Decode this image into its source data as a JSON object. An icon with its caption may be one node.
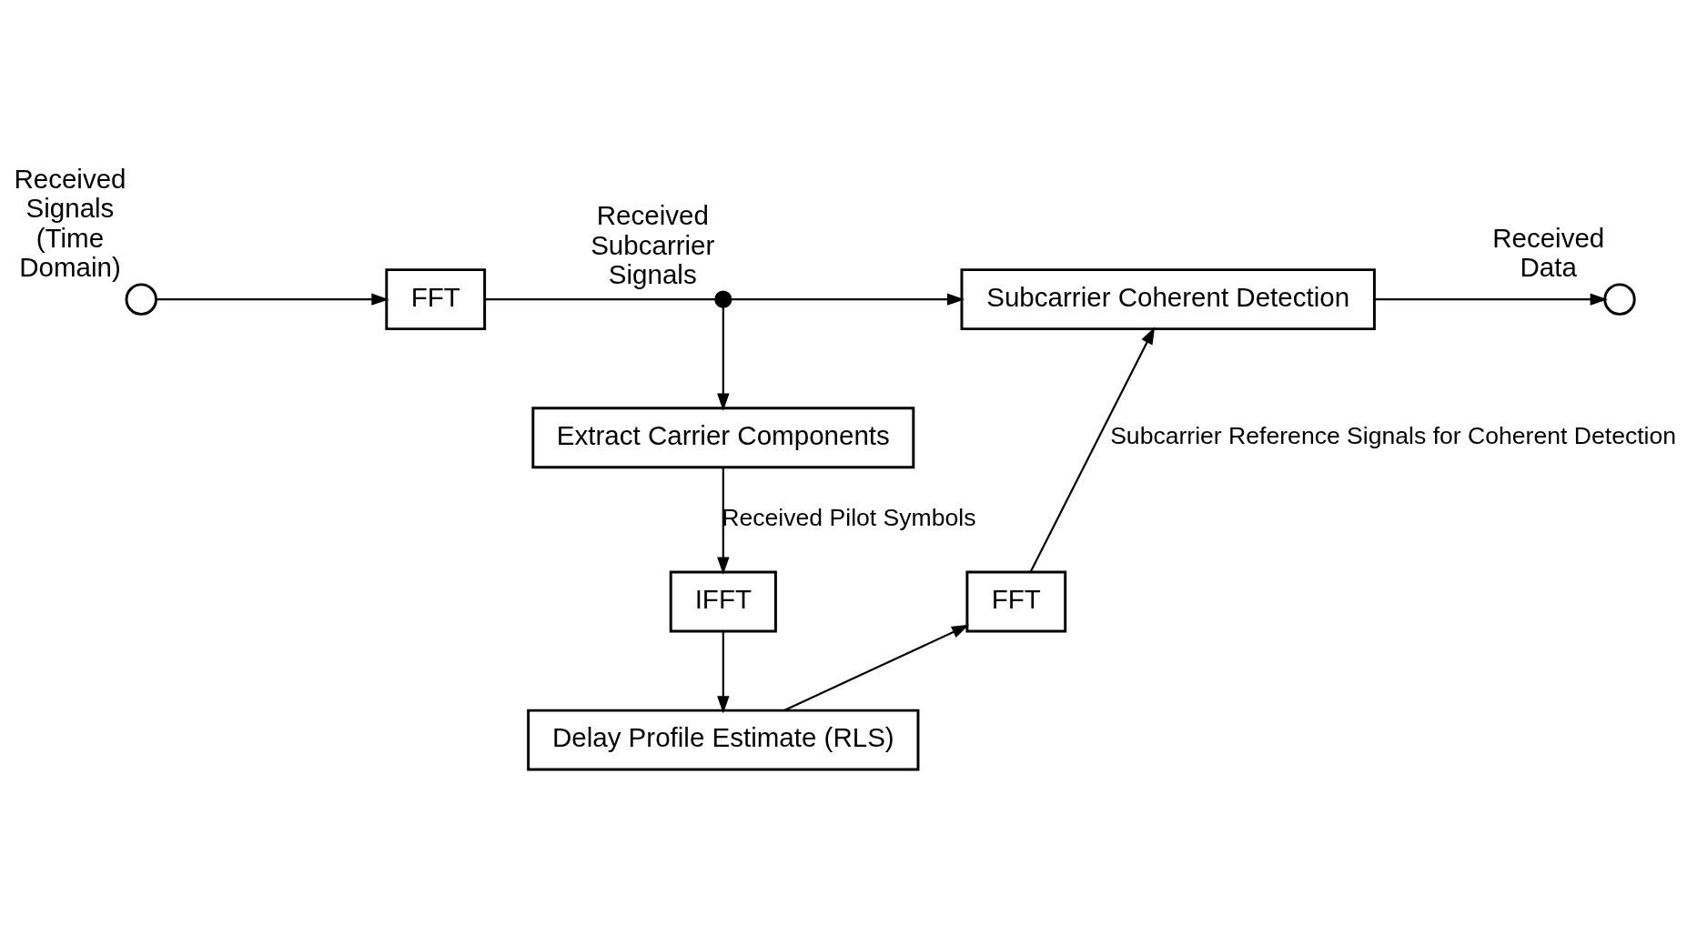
{
  "diagram": {
    "nodes": [
      {
        "text": [],
        "shape": "circle",
        "beside": [
          "Received Signals (Time Domain)"
        ]
      },
      {
        "text": [
          "FFT"
        ]
      },
      {
        "text": [],
        "shape": "circle",
        "beside": [
          "Received Subcarrier Signals"
        ]
      },
      {
        "text": [
          "Subcarrier Coherent Detection"
        ]
      },
      {
        "text": [],
        "shape": "circle",
        "beside": [
          "Received Data"
        ]
      },
      {
        "text": [
          "Extract Carrier Components"
        ]
      },
      {
        "text": [
          "IFFT"
        ]
      },
      {
        "text": [
          "Delay Profile Estimate (RLS)"
        ]
      },
      {
        "text": [
          "FFT"
        ]
      }
    ],
    "edges": [
      {
        "from": 0,
        "to": 1,
        "arrow": "to"
      },
      {
        "from": 1,
        "to": 2,
        "arrow": "none"
      },
      {
        "from": 2,
        "to": 3,
        "arrow": "to"
      },
      {
        "from": 3,
        "to": 4,
        "arrow": "to"
      },
      {
        "from": 2,
        "to": 5,
        "arrow": "to"
      },
      {
        "from": 5,
        "to": 6,
        "arrow": "to",
        "label": "Received Pilot Symbols"
      },
      {
        "from": 6,
        "to": 7,
        "arrow": "to"
      },
      {
        "from": 7,
        "to": 8,
        "arrow": "to"
      },
      {
        "from": 8,
        "to": 3,
        "arrow": "to",
        "label": "Subcarrier Reference Signals for Coherent Detection"
      }
    ]
  }
}
